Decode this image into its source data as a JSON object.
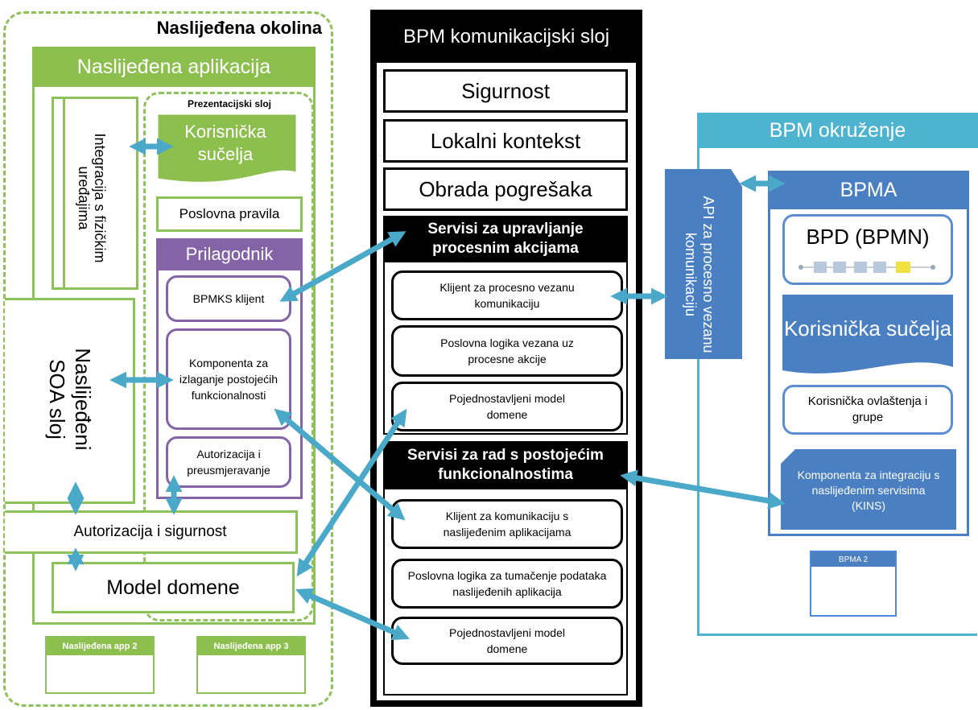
{
  "legacy_env": {
    "title": "Naslijeđena okolina",
    "app_title": "Naslijeđena aplikacija",
    "integration_label": "Integracija s fizičkim uređajima",
    "presentation_layer": "Prezentacijski sloj",
    "user_interfaces": "Korisnička sučelja",
    "business_rules": "Poslovna pravila",
    "adapter_title": "Prilagodnik",
    "bpmks_client": "BPMKS klijent",
    "expose_component": "Komponenta za izlaganje postojećih funkcionalnosti",
    "auth_redirect": "Autorizacija i preusmjeravanje",
    "soa_layer": "Naslijeđeni SOA sloj",
    "auth_security": "Autorizacija i sigurnost",
    "domain_model": "Model domene",
    "app2": "Naslijeđena app 2",
    "app3": "Naslijeđena app 3"
  },
  "bpm_layer": {
    "title": "BPM komunikacijski sloj",
    "security": "Sigurnost",
    "local_context": "Lokalni kontekst",
    "error_handling": "Obrada pogrešaka",
    "process_services_title": "Servisi za upravljanje procesnim akcijama",
    "process_client": "Klijent za procesno vezanu komunikaciju",
    "process_logic": "Poslovna logika vezana uz procesne akcije",
    "simplified_model_1": "Pojednostavljeni model domene",
    "existing_services_title": "Servisi za rad s postojećim funkcionalnostima",
    "legacy_client": "Klijent za komunikaciju s naslijeđenim aplikacijama",
    "legacy_logic": "Poslovna logika za tumačenje podataka naslijeđenih aplikacija",
    "simplified_model_2": "Pojednostavljeni model domene"
  },
  "bpm_env": {
    "title": "BPM okruženje",
    "api_label": "API za procesno vezanu komunikaciju",
    "bpma_title": "BPMA",
    "bpd": "BPD (BPMN)",
    "user_interfaces": "Korisnička sučelja",
    "user_permissions": "Korisnička ovlaštenja i grupe",
    "kins": "Komponenta za integraciju s naslijeđenim servisima (KINS)",
    "bpma2": "BPMA 2"
  },
  "colors": {
    "legacy_green": "#8dc15a",
    "adapter_purple": "#8464a7",
    "bpm_blue": "#4a86c5",
    "arrow_teal": "#4aa8c8",
    "env_teal": "#4db3cf"
  }
}
